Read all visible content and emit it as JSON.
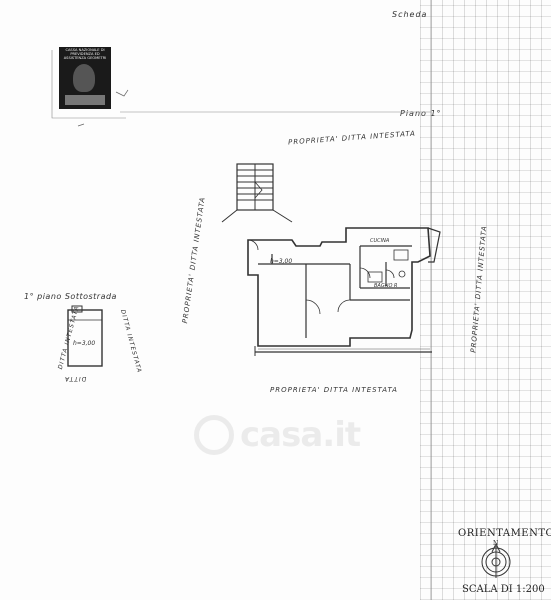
{
  "header": {
    "scheda": "Scheda",
    "piano": "Piano 1°"
  },
  "logo": {
    "text": "CASSA NAZIONALE DI PREVIDENZA ED ASSISTENZA GEOMETRI"
  },
  "plan": {
    "proprieta_top": "PROPRIETA' DITTA INTESTATA",
    "proprieta_bottom": "PROPRIETA' DITTA INTESTATA",
    "proprieta_left": "PROPRIETA' DITTA INTESTATA",
    "proprieta_right": "PROPRIETA' DITTA INTESTATA",
    "room_height": "h=3,00",
    "room_cucina": "CUCINA",
    "room_bagno": "BAGNO R"
  },
  "basement": {
    "title": "1° piano Sottostrada",
    "height": "h=3,00",
    "ditta_left": "DITTA INTESTATA",
    "ditta_right": "DITTA INTESTATA",
    "ditta_bottom": "DITTA"
  },
  "orientation": {
    "title": "ORIENTAMENTO",
    "north": "N"
  },
  "scale": {
    "label": "SCALA DI 1:200"
  },
  "watermark": {
    "text": "casa.it"
  }
}
